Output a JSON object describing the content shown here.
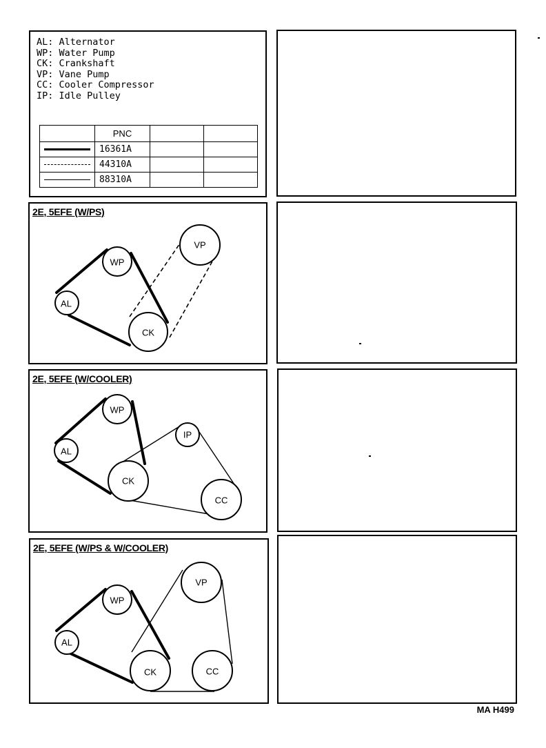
{
  "legend": {
    "lines": [
      "AL: Alternator",
      "WP: Water Pump",
      "CK: Crankshaft",
      "VP: Vane Pump",
      "CC: Cooler Compressor",
      "IP: Idle Pulley"
    ],
    "pnc_header": "PNC",
    "pnc_rows": [
      {
        "style": "bold",
        "pnc": "16361A"
      },
      {
        "style": "dashed",
        "pnc": "44310A"
      },
      {
        "style": "thin",
        "pnc": "88310A"
      }
    ]
  },
  "diagrams": [
    {
      "title": "2E, 5EFE (W/PS)",
      "pulleys": {
        "wp": "WP",
        "al": "AL",
        "ck": "CK",
        "vp": "VP"
      }
    },
    {
      "title": "2E, 5EFE (W/COOLER)",
      "pulleys": {
        "wp": "WP",
        "al": "AL",
        "ck": "CK",
        "ip": "IP",
        "cc": "CC"
      }
    },
    {
      "title": "2E, 5EFE (W/PS & W/COOLER)",
      "pulleys": {
        "wp": "WP",
        "al": "AL",
        "ck": "CK",
        "vp": "VP",
        "cc": "CC"
      }
    }
  ],
  "footer": "MA H499"
}
